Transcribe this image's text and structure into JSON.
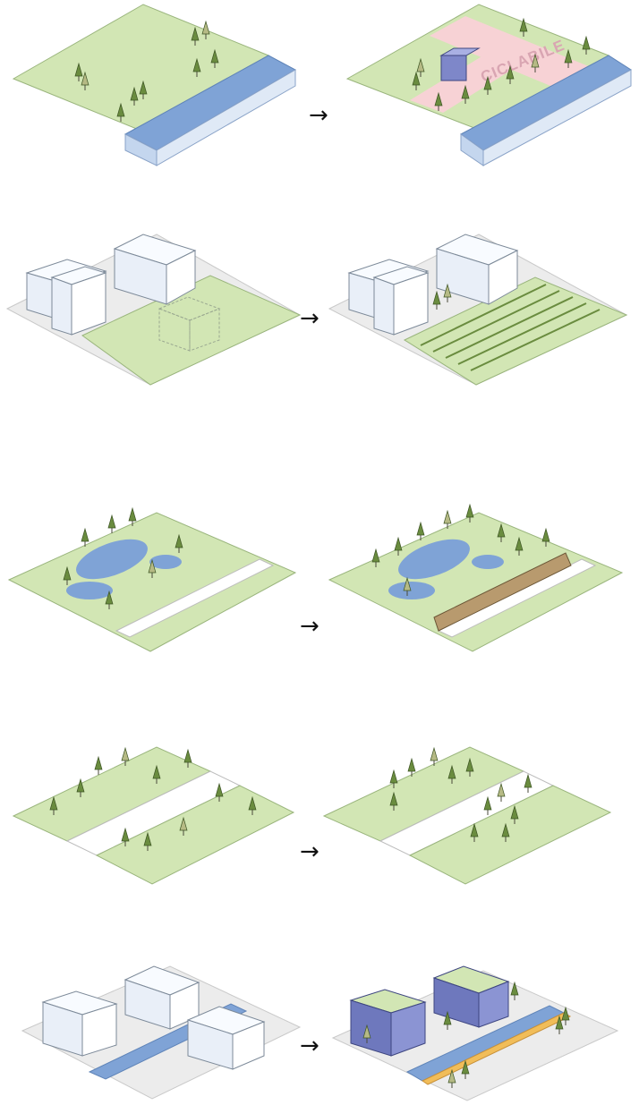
{
  "colors": {
    "grass": "#d2e6b4",
    "grass_dark": "#b9d395",
    "water": "#7fa3d6",
    "water_side": "#c4d6ee",
    "paving": "#ececec",
    "paving_line": "#d7d7d7",
    "building_top": "#f8fbff",
    "building_side": "#e9eff8",
    "building_blue": "#7e87c9",
    "path_pink": "#f7d2d5",
    "path_yellow": "#f1bd59",
    "path_blue": "#7fa3d6",
    "tree": "#6a8c3f",
    "tree_light": "#b6ba85",
    "arrow": "#111111"
  },
  "arrow_symbol": "→",
  "rows": [
    {
      "id": "riverbank",
      "after_label": "CICLABILE"
    },
    {
      "id": "urban-garden",
      "after_label": ""
    },
    {
      "id": "wetland-park",
      "after_label": ""
    },
    {
      "id": "green-corridor",
      "after_label": ""
    },
    {
      "id": "green-roofs-bikelane",
      "after_label": ""
    }
  ]
}
